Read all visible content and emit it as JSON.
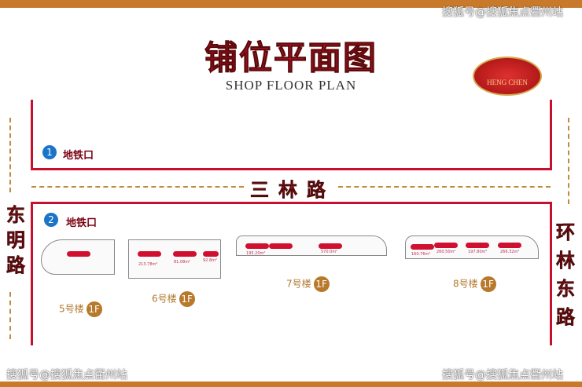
{
  "watermark": "搜狐号@搜狐焦点衢州站",
  "title": "铺位平面图",
  "subtitle": "SHOP FLOOR PLAN",
  "logo": "HENG CHEN",
  "road_top": "三林路",
  "road_left": [
    "东",
    "明",
    "路"
  ],
  "road_right": [
    "环",
    "林",
    "东",
    "路"
  ],
  "exits": [
    {
      "num": "1",
      "label": "地铁口"
    },
    {
      "num": "2",
      "label": "地铁口"
    }
  ],
  "buildings": [
    {
      "name": "5号楼",
      "floor": "1F",
      "areas": []
    },
    {
      "name": "6号楼",
      "floor": "1F",
      "areas": [
        "213.78m²",
        "81.08m²",
        "92.8m²"
      ]
    },
    {
      "name": "7号楼",
      "floor": "1F",
      "areas": [
        "195.20m²",
        "570.0m²"
      ]
    },
    {
      "name": "8号楼",
      "floor": "1F",
      "areas": [
        "160.76m²",
        "260.50m²",
        "197.80m²",
        "266.32m²"
      ]
    }
  ]
}
